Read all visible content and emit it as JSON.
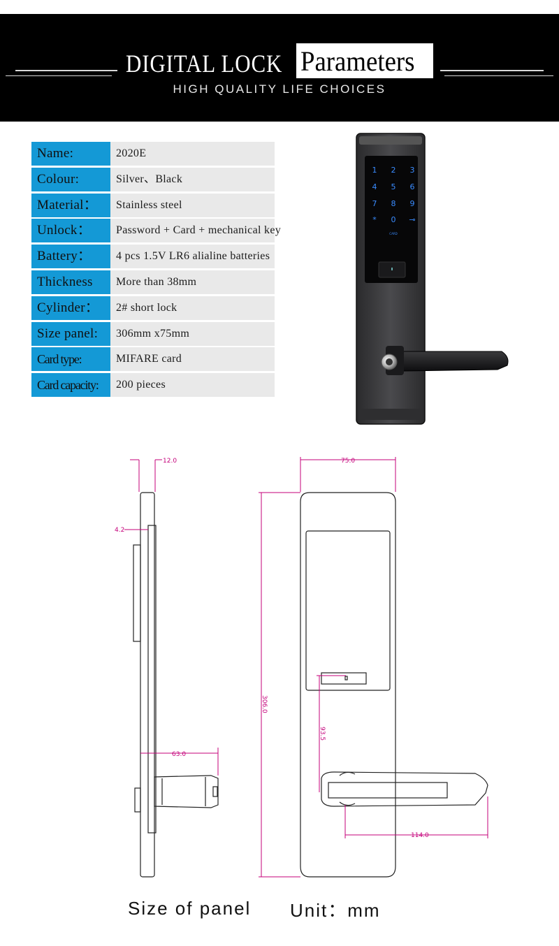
{
  "banner": {
    "title_left": "DIGITAL LOCK",
    "title_right": "Parameters",
    "subtitle": "HIGH QUALITY LIFE CHOICES"
  },
  "specs": [
    {
      "label": "Name:",
      "value": "2020E"
    },
    {
      "label": "Colour:",
      "value": "Silver、Black"
    },
    {
      "label": "Material：",
      "value": "Stainless steel"
    },
    {
      "label": "Unlock：",
      "value": "Password + Card + mechanical key"
    },
    {
      "label": "Battery：",
      "value": "4 pcs 1.5V LR6 alialine batteries"
    },
    {
      "label": "Thickness",
      "value": "More than 38mm"
    },
    {
      "label": "Cylinder：",
      "value": "2# short lock"
    },
    {
      "label": "Size panel:",
      "value": "306mm x75mm"
    },
    {
      "label": "Card type:",
      "value": "MIFARE card"
    },
    {
      "label": "Card capacity:",
      "value": "200 pieces"
    }
  ],
  "keypad": {
    "keys": [
      "1",
      "2",
      "3",
      "4",
      "5",
      "6",
      "7",
      "8",
      "9",
      "*",
      "0",
      "⊸"
    ],
    "card_label": "CARD"
  },
  "dimensions": {
    "side_thickness": "12.0",
    "side_offset": "4.2",
    "handle_depth": "63.0",
    "panel_width": "75.0",
    "panel_height": "306.0",
    "handle_offset": "93.5",
    "handle_length": "114.0"
  },
  "captions": {
    "left": "Size of panel",
    "right": "Unit：mm"
  },
  "colors": {
    "banner": "#000000",
    "label_bg": "#1499d6",
    "value_bg": "#e9e9e9",
    "dimension": "#c4007a",
    "keypad_glow": "#3a8cff"
  }
}
